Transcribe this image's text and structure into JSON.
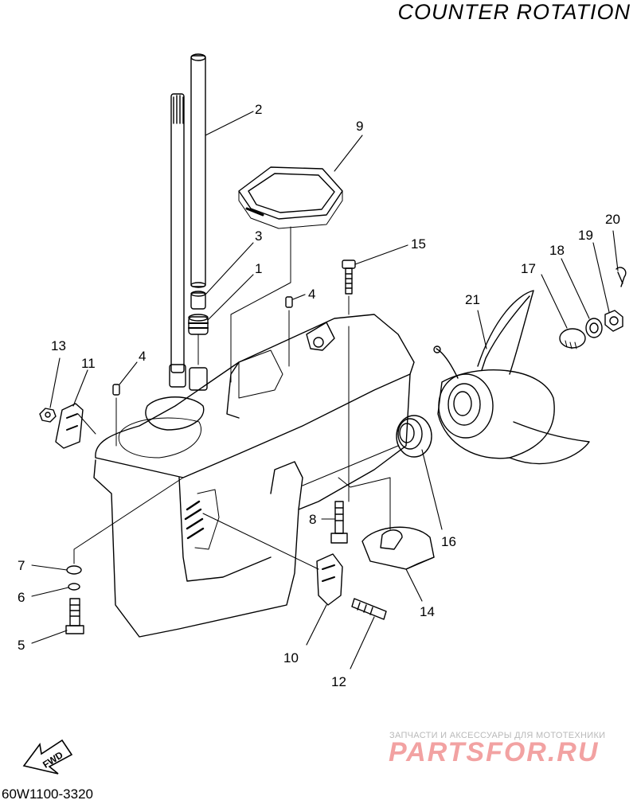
{
  "title": "COUNTER ROTATION",
  "diagram_code": "60W1100-3320",
  "fwd_label": "FWD",
  "watermark": {
    "subtitle": "ЗАПЧАСТИ И АКСЕССУАРЫ ДЛЯ МОТОТЕХНИКИ",
    "logo": "PARTSFOR.RU"
  },
  "callouts": [
    {
      "id": "p1",
      "label": "1"
    },
    {
      "id": "p2",
      "label": "2"
    },
    {
      "id": "p3",
      "label": "3"
    },
    {
      "id": "p4a",
      "label": "4"
    },
    {
      "id": "p4b",
      "label": "4"
    },
    {
      "id": "p5",
      "label": "5"
    },
    {
      "id": "p6",
      "label": "6"
    },
    {
      "id": "p7",
      "label": "7"
    },
    {
      "id": "p8",
      "label": "8"
    },
    {
      "id": "p9",
      "label": "9"
    },
    {
      "id": "p10",
      "label": "10"
    },
    {
      "id": "p11",
      "label": "11"
    },
    {
      "id": "p12",
      "label": "12"
    },
    {
      "id": "p13",
      "label": "13"
    },
    {
      "id": "p14",
      "label": "14"
    },
    {
      "id": "p15",
      "label": "15"
    },
    {
      "id": "p16",
      "label": "16"
    },
    {
      "id": "p17",
      "label": "17"
    },
    {
      "id": "p18",
      "label": "18"
    },
    {
      "id": "p19",
      "label": "19"
    },
    {
      "id": "p20",
      "label": "20"
    },
    {
      "id": "p21",
      "label": "21"
    }
  ]
}
